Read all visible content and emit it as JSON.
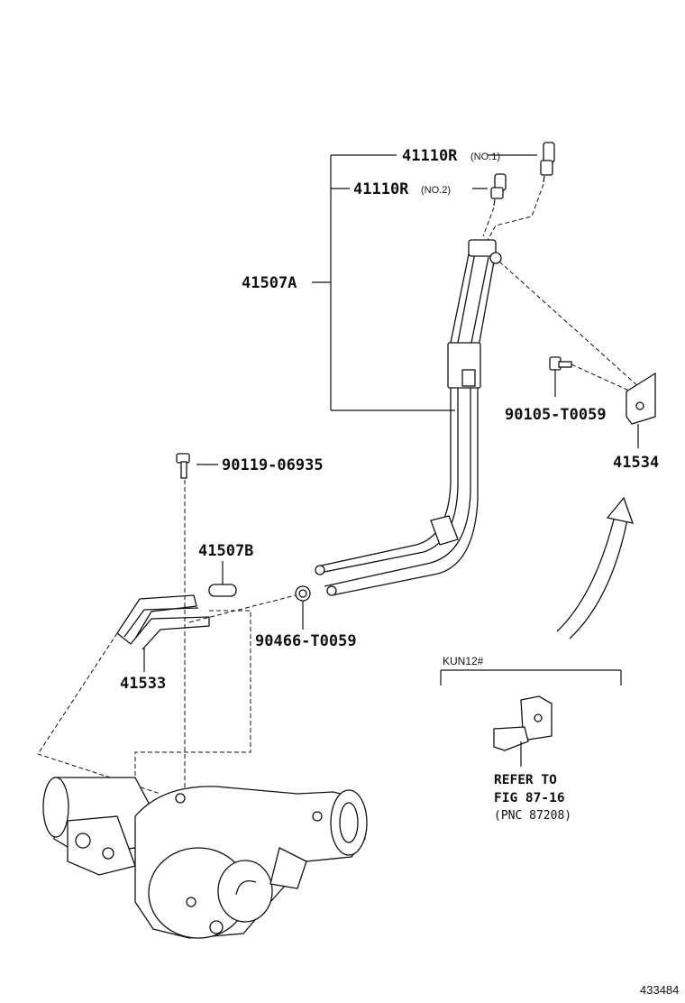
{
  "callouts": {
    "hose_no1": {
      "number": "41110R",
      "qualifier": "(NO.1)"
    },
    "hose_no2": {
      "number": "41110R",
      "qualifier": "(NO.2)"
    },
    "tube_assy": "41507A",
    "bolt_top": "90105-T0059",
    "bracket_top": "41534",
    "bolt_left": "90119-06935",
    "hose_short": "41507B",
    "clip": "90466-T0059",
    "bracket_left": "41533"
  },
  "variant_box": {
    "model": "KUN12#",
    "note_line1": "REFER TO",
    "note_line2": "FIG 87-16",
    "note_line3": "(PNC 87208)"
  },
  "illustration_ref": "433484"
}
